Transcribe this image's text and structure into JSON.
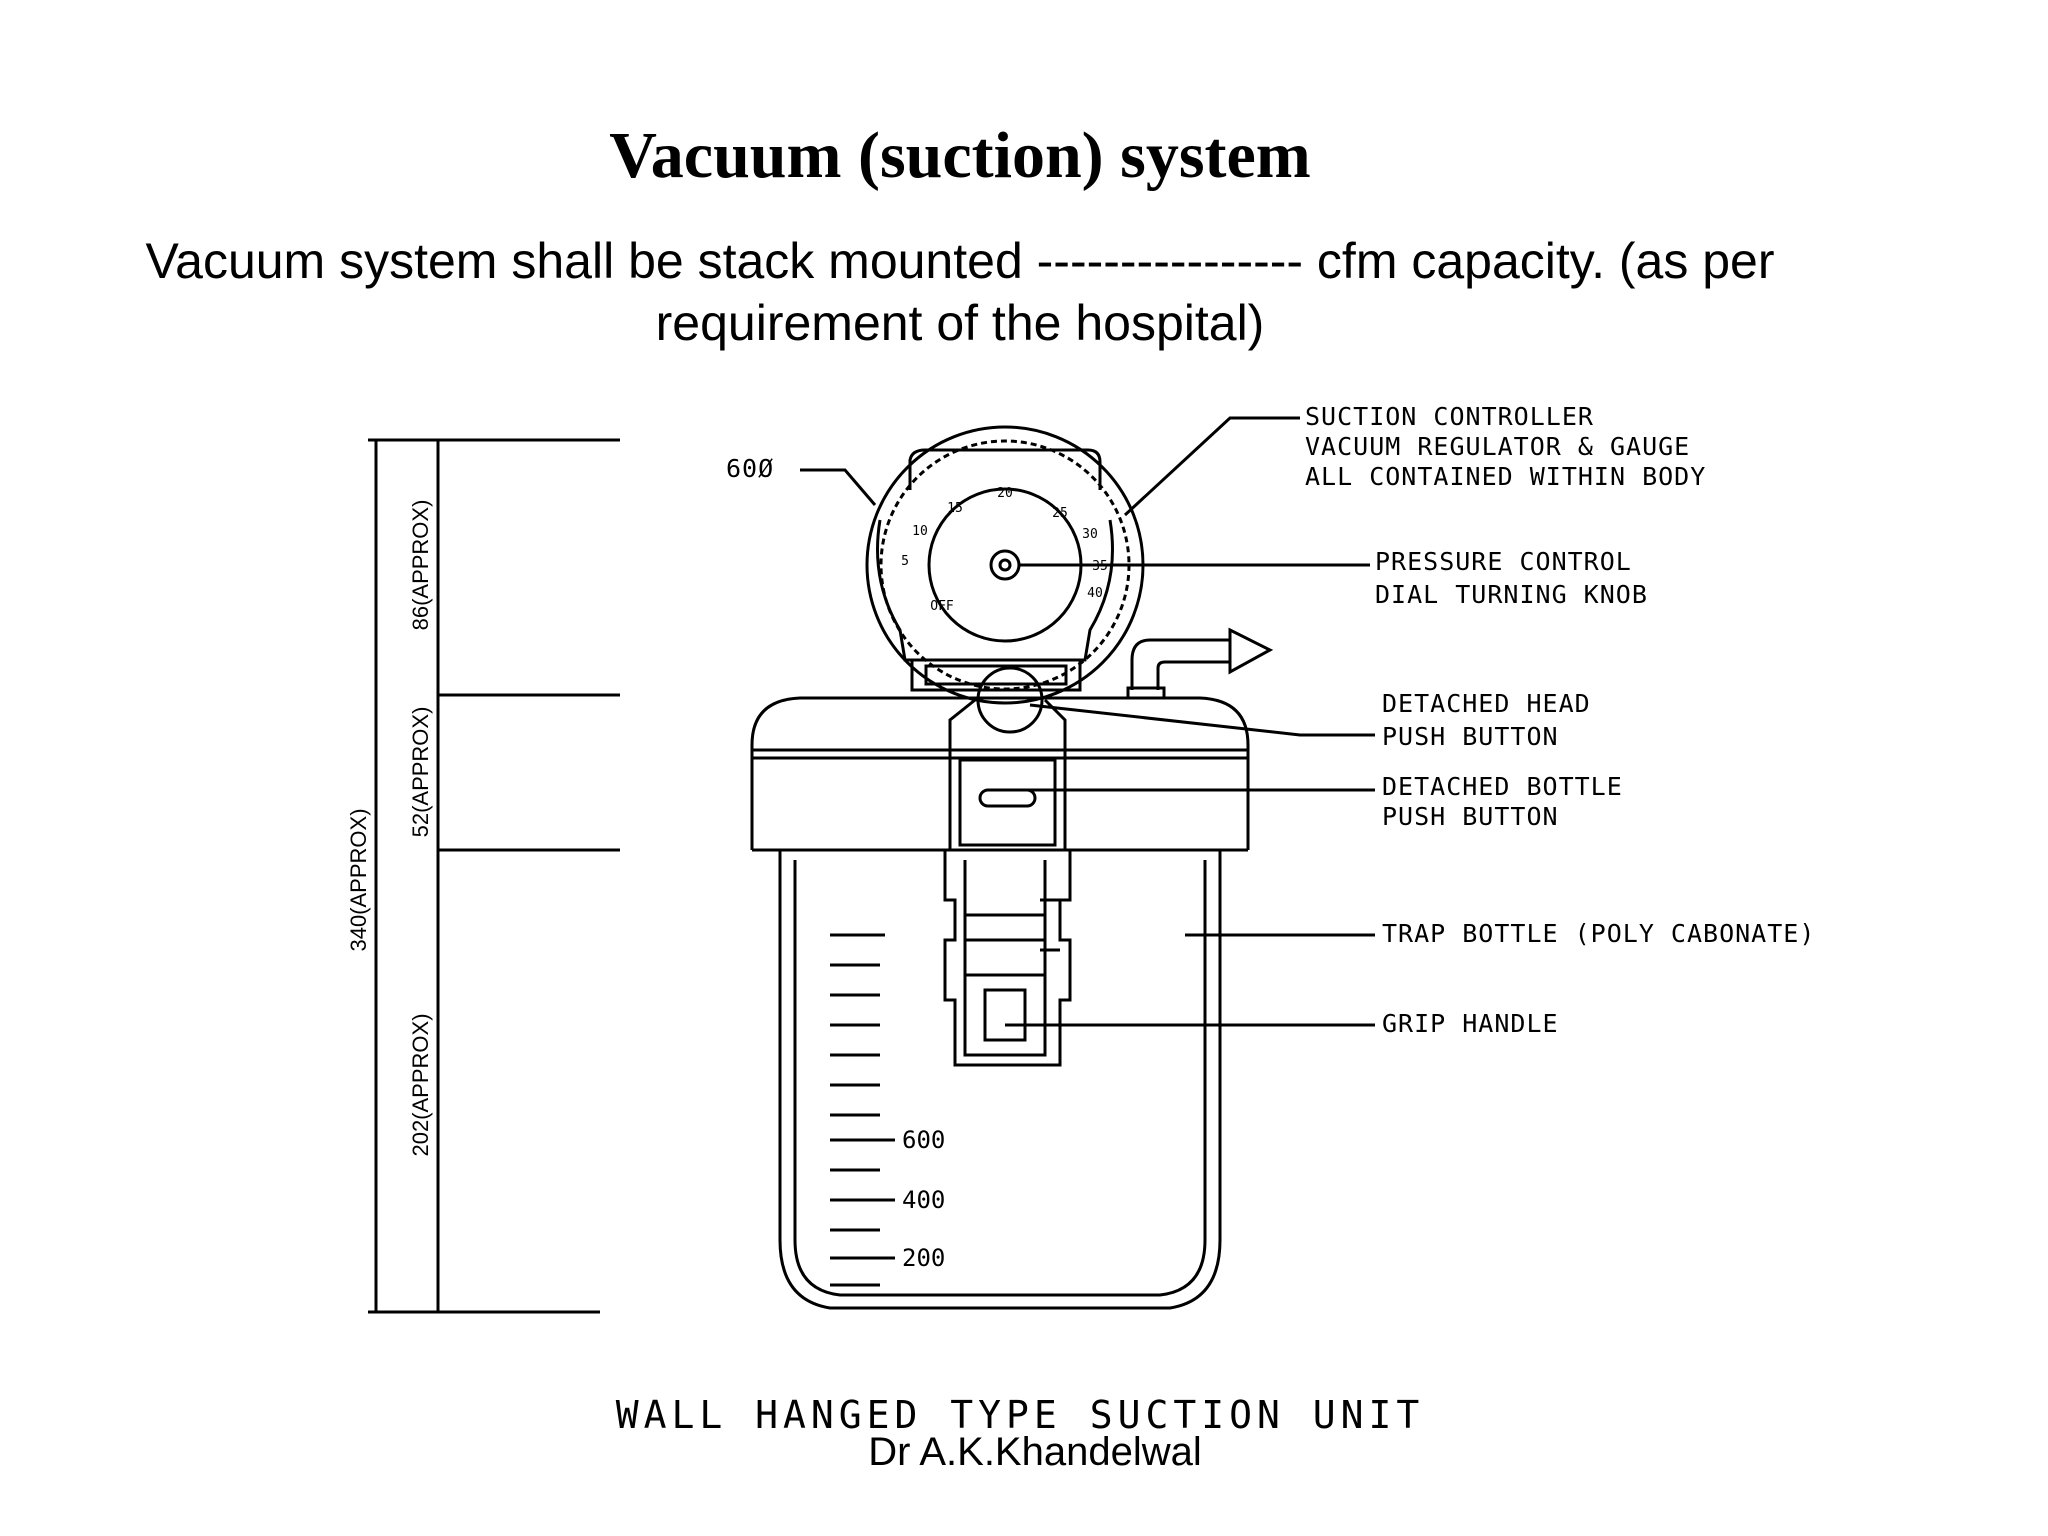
{
  "slide": {
    "title": "Vacuum (suction) system",
    "subtitle_line1": "Vacuum system shall be stack mounted ---------------- cfm capacity. (as per",
    "subtitle_line2": "requirement of the hospital)",
    "author": "Dr A.K.Khandelwal"
  },
  "diagram": {
    "caption": "WALL HANGED TYPE SUCTION UNIT",
    "callouts": {
      "suction_controller": [
        "SUCTION CONTROLLER",
        "VACUUM REGULATOR & GAUGE",
        "ALL CONTAINED WITHIN BODY"
      ],
      "pressure_control": [
        "PRESSURE CONTROL",
        "DIAL TURNING KNOB"
      ],
      "detached_head": [
        "DETACHED HEAD",
        "PUSH BUTTON"
      ],
      "detached_bottle": [
        "DETACHED BOTTLE",
        "PUSH BUTTON"
      ],
      "trap_bottle": "TRAP BOTTLE (POLY CABONATE)",
      "grip_handle": "GRIP HANDLE",
      "gauge_tag": "60Ø"
    },
    "dimensions": {
      "total": "340(APPROX)",
      "head": "86(APPROX)",
      "lid": "52(APPROX)",
      "bottle": "202(APPROX)"
    },
    "scale_marks": [
      "600",
      "400",
      "200"
    ],
    "dial_marks": [
      "20",
      "15",
      "10",
      "5",
      "OFF",
      "25",
      "30",
      "35",
      "40"
    ]
  }
}
